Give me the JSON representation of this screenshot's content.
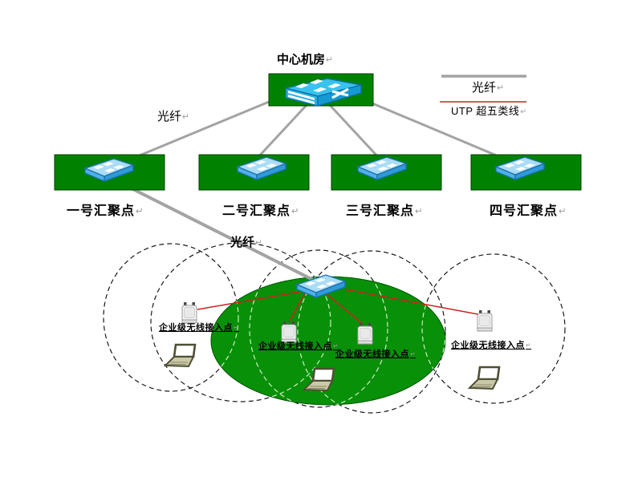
{
  "diagram": {
    "title": "中心机房",
    "return_mark": "↵",
    "legend": {
      "fiber": {
        "label": "光纤",
        "color": "#a3a3a3"
      },
      "utp": {
        "label": "UTP 超五类线",
        "color": "#cc2222"
      }
    },
    "link_labels": {
      "fiber_upper": "光纤",
      "fiber_lower": "光纤"
    },
    "aggregation_points": [
      {
        "label": "一号汇聚点"
      },
      {
        "label": "二号汇聚点"
      },
      {
        "label": "三号汇聚点"
      },
      {
        "label": "四号汇聚点"
      }
    ],
    "wireless_access_points": [
      {
        "label": "企业级无线接入点"
      },
      {
        "label": "企业级无线接入点"
      },
      {
        "label": "企业级无线接入点"
      },
      {
        "label": "企业级无线接入点"
      }
    ],
    "colors": {
      "site_fill": "#008200",
      "coverage_fill": "#089008",
      "fiber_line": "#a3a3a3",
      "utp_line": "#cc2222",
      "switch_blue": "#38c2ee"
    }
  }
}
